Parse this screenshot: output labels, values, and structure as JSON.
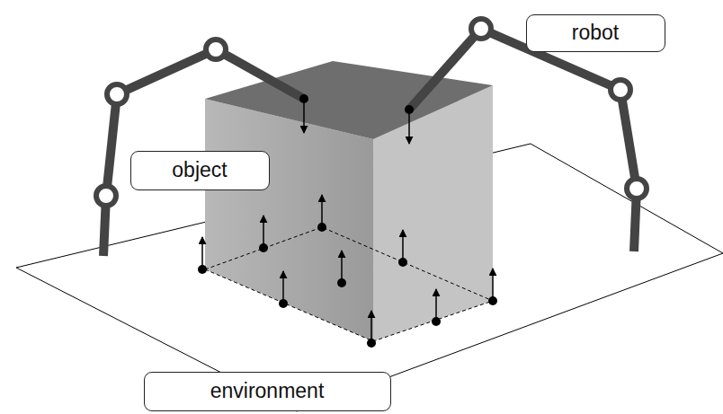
{
  "diagram": {
    "nodes": [
      {
        "text": [
          "robot"
        ]
      },
      {
        "text": [
          "object"
        ]
      },
      {
        "text": [
          "environment"
        ]
      }
    ]
  }
}
